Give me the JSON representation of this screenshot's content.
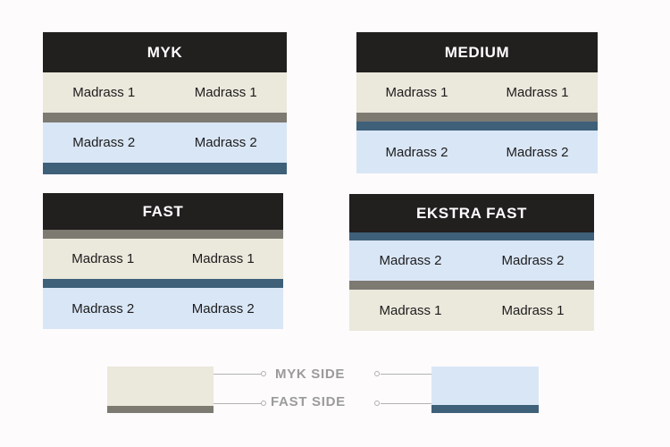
{
  "page": {
    "background_color": "#fdfbfc"
  },
  "palette": {
    "header_bg": "#221f1f",
    "header_text": "#ffffff",
    "cream": "#ebe8dc",
    "light_blue": "#d9e6f6",
    "gray_bar": "#7d7a72",
    "navy_bar": "#3e6079",
    "legend_text": "#9b9b9b",
    "leader_line": "#b3b3b3",
    "body_text": "#1d1d1d"
  },
  "cards": [
    {
      "id": "myk",
      "title": "MYK",
      "labels_top": [
        "Madrass 1",
        "Madrass 1"
      ],
      "labels_bottom": [
        "Madrass 2",
        "Madrass 2"
      ],
      "top_layer_color": "#ebe8dc",
      "bottom_layer_color": "#d9e6f6",
      "bars": {
        "under_header": null,
        "middle": [
          "#7d7a72"
        ],
        "bottom": "#3e6079"
      }
    },
    {
      "id": "medium",
      "title": "MEDIUM",
      "labels_top": [
        "Madrass 1",
        "Madrass 1"
      ],
      "labels_bottom": [
        "Madrass 2",
        "Madrass 2"
      ],
      "top_layer_color": "#ebe8dc",
      "bottom_layer_color": "#d9e6f6",
      "bars": {
        "under_header": null,
        "middle": [
          "#7d7a72",
          "#3e6079"
        ],
        "bottom": null
      }
    },
    {
      "id": "fast",
      "title": "FAST",
      "labels_top": [
        "Madrass 1",
        "Madrass 1"
      ],
      "labels_bottom": [
        "Madrass 2",
        "Madrass 2"
      ],
      "top_layer_color": "#ebe8dc",
      "bottom_layer_color": "#d9e6f6",
      "bars": {
        "under_header": "#7d7a72",
        "middle": [
          "#3e6079"
        ],
        "bottom": null
      }
    },
    {
      "id": "ekstra-fast",
      "title": "EKSTRA FAST",
      "labels_top": [
        "Madrass 2",
        "Madrass 2"
      ],
      "labels_bottom": [
        "Madrass 1",
        "Madrass 1"
      ],
      "top_layer_color": "#d9e6f6",
      "bottom_layer_color": "#ebe8dc",
      "bars": {
        "under_header": "#3e6079",
        "middle": [
          "#7d7a72"
        ],
        "bottom": null
      }
    }
  ],
  "legend": {
    "myk_side_label": "MYK SIDE",
    "fast_side_label": "FAST SIDE",
    "left_swatch": {
      "fill_color": "#ebe8dc",
      "base_color": "#7d7a72"
    },
    "right_swatch": {
      "fill_color": "#d9e6f6",
      "base_color": "#3e6079"
    }
  }
}
